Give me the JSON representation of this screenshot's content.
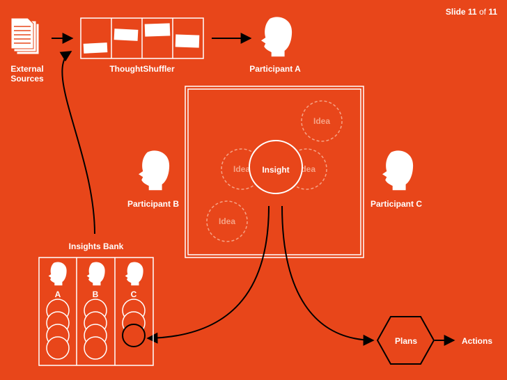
{
  "slide": {
    "prefix": "Slide",
    "current": "11",
    "of": "of",
    "total": "11"
  },
  "nodes": {
    "external_sources": [
      "External",
      "Sources"
    ],
    "thought_shuffler": "ThoughtShuffler",
    "participant_a": "Participant A",
    "participant_b": "Participant B",
    "participant_c": "Participant C",
    "insight": "Insight",
    "idea": "Idea",
    "insights_bank": "Insights Bank",
    "plans": "Plans",
    "actions": "Actions"
  },
  "bank_columns": [
    "A",
    "B",
    "C"
  ],
  "colors": {
    "background": "#e8461a",
    "foreground": "#ffffff",
    "faint": "#f5a386"
  }
}
